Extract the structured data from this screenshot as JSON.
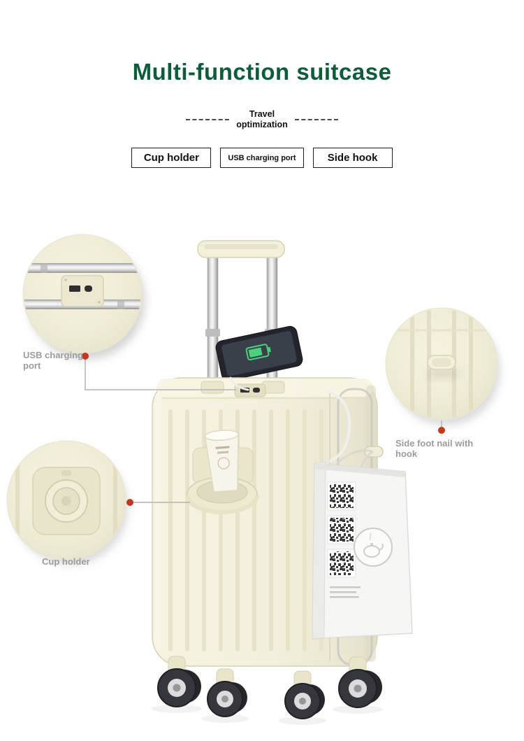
{
  "title": {
    "text": "Multi-function suitcase"
  },
  "subtitle": {
    "line1": "Travel",
    "line2": "optimization"
  },
  "feature_boxes": [
    {
      "label": "Cup holder"
    },
    {
      "label": "USB charging port"
    },
    {
      "label": "Side hook"
    }
  ],
  "callouts": {
    "usb": "USB charging port",
    "hook": "Side foot nail with hook",
    "cup": "Cup holder"
  },
  "colors": {
    "title_green": "#0d5c3a",
    "suitcase_cream": "#f2efdc",
    "callout_gray": "#9c9c9c",
    "leader_line_gray": "#b3b3b3",
    "dot_red": "#c0391b",
    "box_border": "#1d1d1d"
  }
}
